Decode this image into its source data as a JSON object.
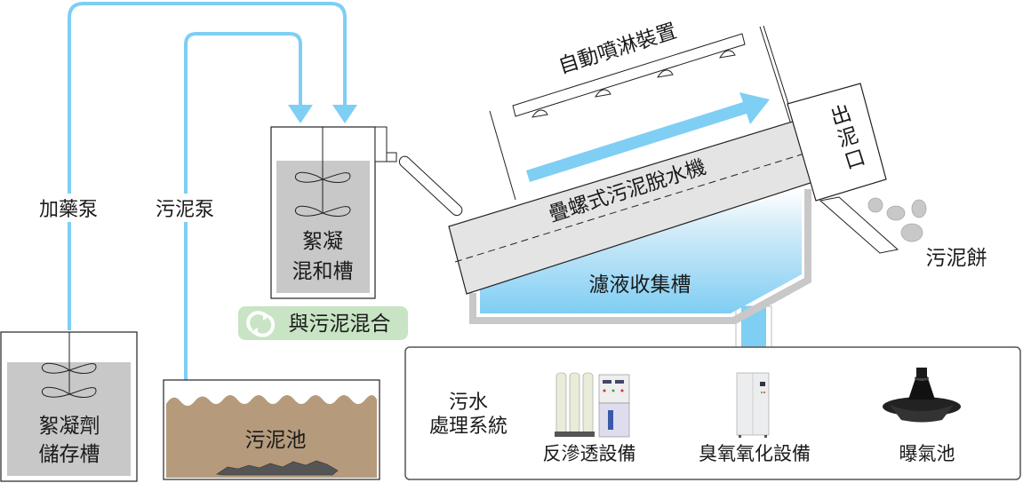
{
  "colors": {
    "pipe": "#7fcef4",
    "tank_fill": "#c8c8c8",
    "machine_fill": "#e4e4e4",
    "sludge": "#b59a7c",
    "badge_bg": "#c8e4c4",
    "text": "#1a1a1a"
  },
  "labels": {
    "dosing_pump": "加藥泵",
    "sludge_pump": "污泥泵",
    "flocculant_tank_line1": "絮凝劑",
    "flocculant_tank_line2": "儲存槽",
    "sludge_pond": "污泥池",
    "mixing_tank_line1": "絮凝",
    "mixing_tank_line2": "混和槽",
    "mix_badge": "與污泥混合",
    "spray_device": "自動噴淋裝置",
    "dewatering_machine": "疊螺式污泥脫水機",
    "filtrate_tank": "濾液收集槽",
    "outlet_chars": [
      "出",
      "泥",
      "口"
    ],
    "sludge_cake": "污泥餅"
  },
  "wastewater_system": {
    "title_line1": "污水",
    "title_line2": "處理系統",
    "equipment": [
      {
        "label": "反滲透設備",
        "icon": "reverse-osmosis-icon"
      },
      {
        "label": "臭氧氧化設備",
        "icon": "ozone-cabinet-icon"
      },
      {
        "label": "曝氣池",
        "icon": "aerator-icon"
      }
    ]
  }
}
